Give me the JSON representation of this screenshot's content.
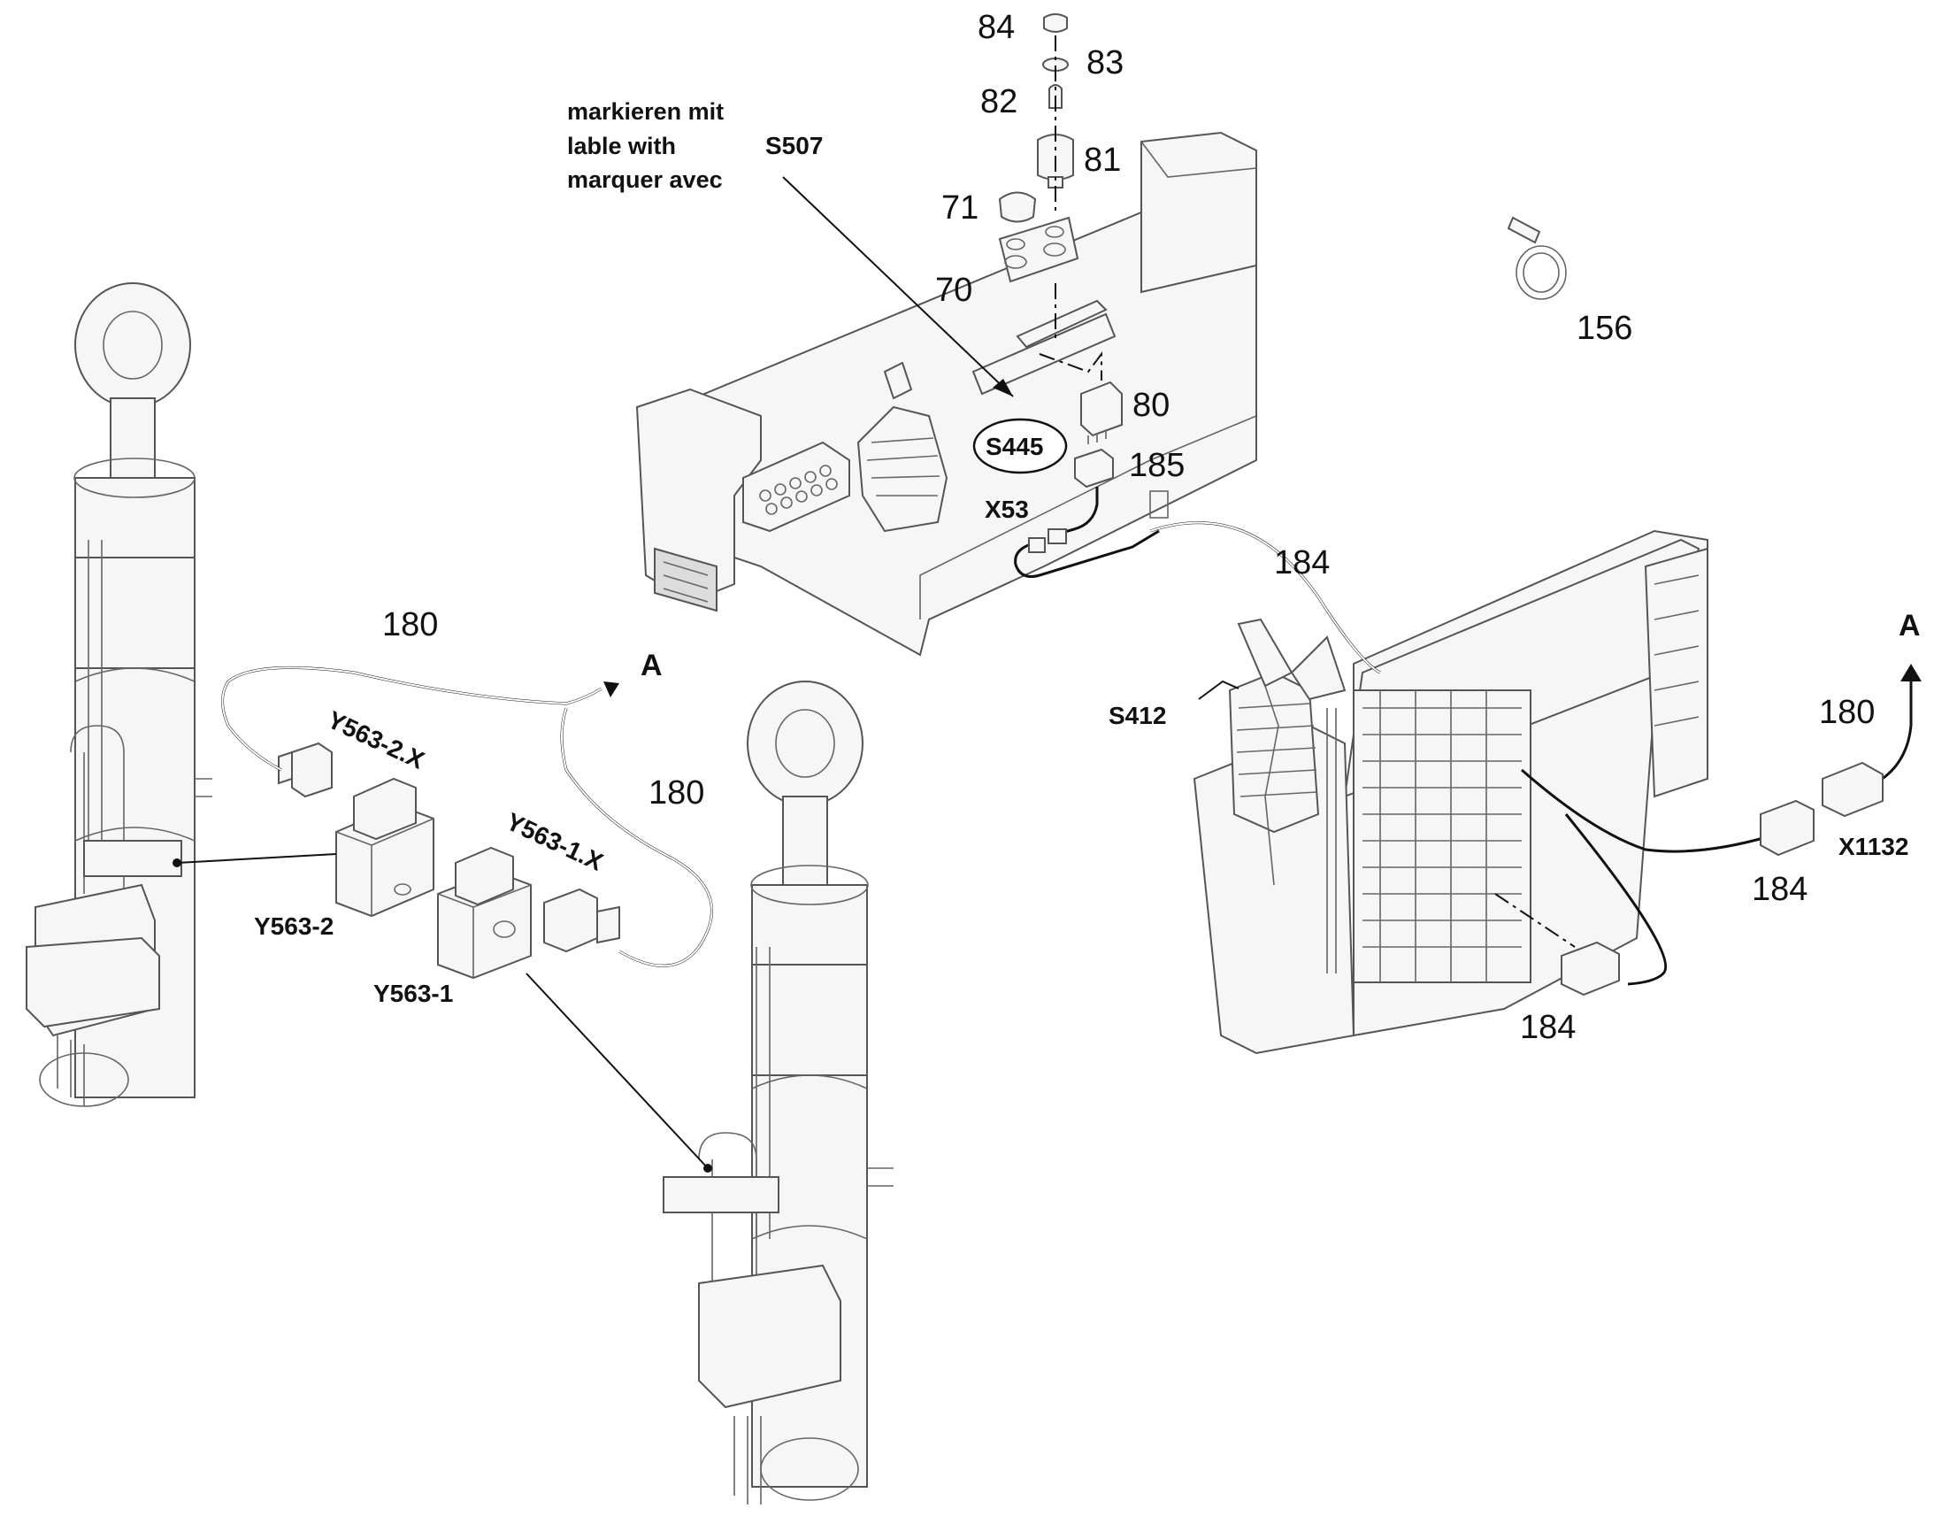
{
  "labels": {
    "n84": "84",
    "n83": "83",
    "n82": "82",
    "n81": "81",
    "n71": "71",
    "n70": "70",
    "n80": "80",
    "n185": "185",
    "n156": "156",
    "n184_top": "184",
    "n184_mid": "184",
    "n184_bot": "184",
    "n180_top": "180",
    "n180_mid": "180",
    "n180_right": "180",
    "s507": "S507",
    "s445": "S445",
    "x53": "X53",
    "s412": "S412",
    "x1132": "X1132",
    "y563_2": "Y563-2",
    "y563_1": "Y563-1",
    "y563_2x": "Y563-2.X",
    "y563_1x": "Y563-1.X",
    "a_left": "A",
    "a_right": "A"
  },
  "note": {
    "line1": "markieren mit",
    "line2": "lable with",
    "line3": "marquer avec"
  }
}
